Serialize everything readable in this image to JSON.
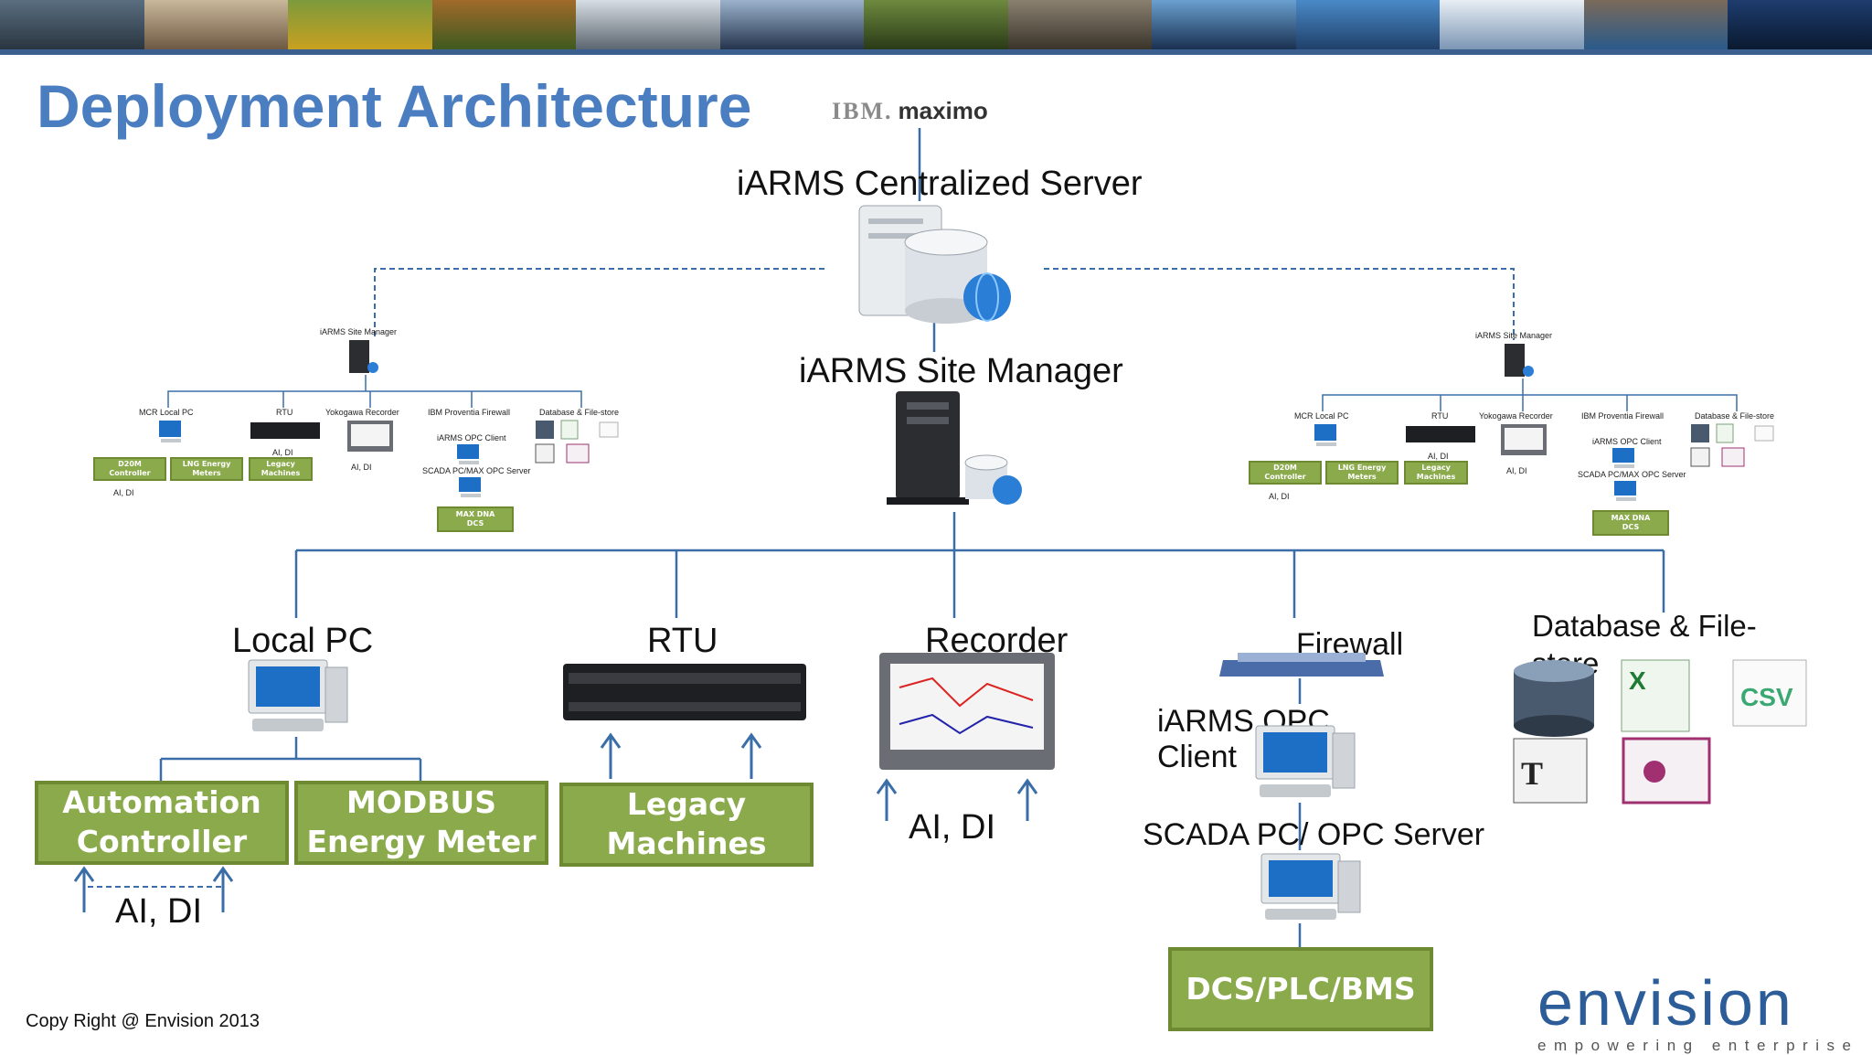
{
  "slide": {
    "title": "Deployment Architecture",
    "copyright": "Copy Right @ Envision 2013"
  },
  "brand": {
    "ibm": "IBM.",
    "maximo": "maximo",
    "envision": "envision",
    "tagline": "empowering enterprise",
    "accent": "#4a7ec0",
    "banner_rule": "#3b5f8f",
    "green_fill": "#8aaa4c",
    "line_blue": "#3b6ea8"
  },
  "central": {
    "server_label": "iARMS Centralized Server",
    "site_manager_label": "iARMS Site Manager"
  },
  "nodes": {
    "local_pc": "Local PC",
    "rtu": "RTU",
    "recorder": "Recorder",
    "firewall": "Firewall",
    "opc_client": [
      "iARMS OPC",
      "Client"
    ],
    "scada": "SCADA PC/ OPC Server",
    "database": [
      "Database & File-",
      "store"
    ]
  },
  "field": {
    "automation": [
      "Automation",
      "Controller"
    ],
    "modbus": [
      "MODBUS",
      "Energy Meter"
    ],
    "legacy": [
      "Legacy",
      "Machines"
    ],
    "dcs": "DCS/PLC/BMS",
    "signals": "AI, DI"
  },
  "mini": {
    "site_manager": "iARMS Site Manager",
    "mcr": "MCR Local PC",
    "rtu": "RTU",
    "yokogawa": "Yokogawa Recorder",
    "firewall": "IBM Proventia Firewall",
    "db": "Database & File-store",
    "opc_client": "iARMS OPC Client",
    "scada": "SCADA PC/MAX OPC Server",
    "d20m": [
      "D20M",
      "Controller"
    ],
    "lng": [
      "LNG Energy",
      "Meters"
    ],
    "legacy": [
      "Legacy",
      "Machines"
    ],
    "maxdna": [
      "MAX DNA",
      "DCS"
    ],
    "signals": "AI, DI"
  },
  "icons": [
    "server-icon",
    "database-icon",
    "globe-icon",
    "tower-server-icon",
    "desktop-pc-icon",
    "rtu-device-icon",
    "recorder-device-icon",
    "firewall-device-icon",
    "excel-icon",
    "csv-icon",
    "text-document-icon",
    "access-key-icon",
    "arrow-up-icon"
  ]
}
